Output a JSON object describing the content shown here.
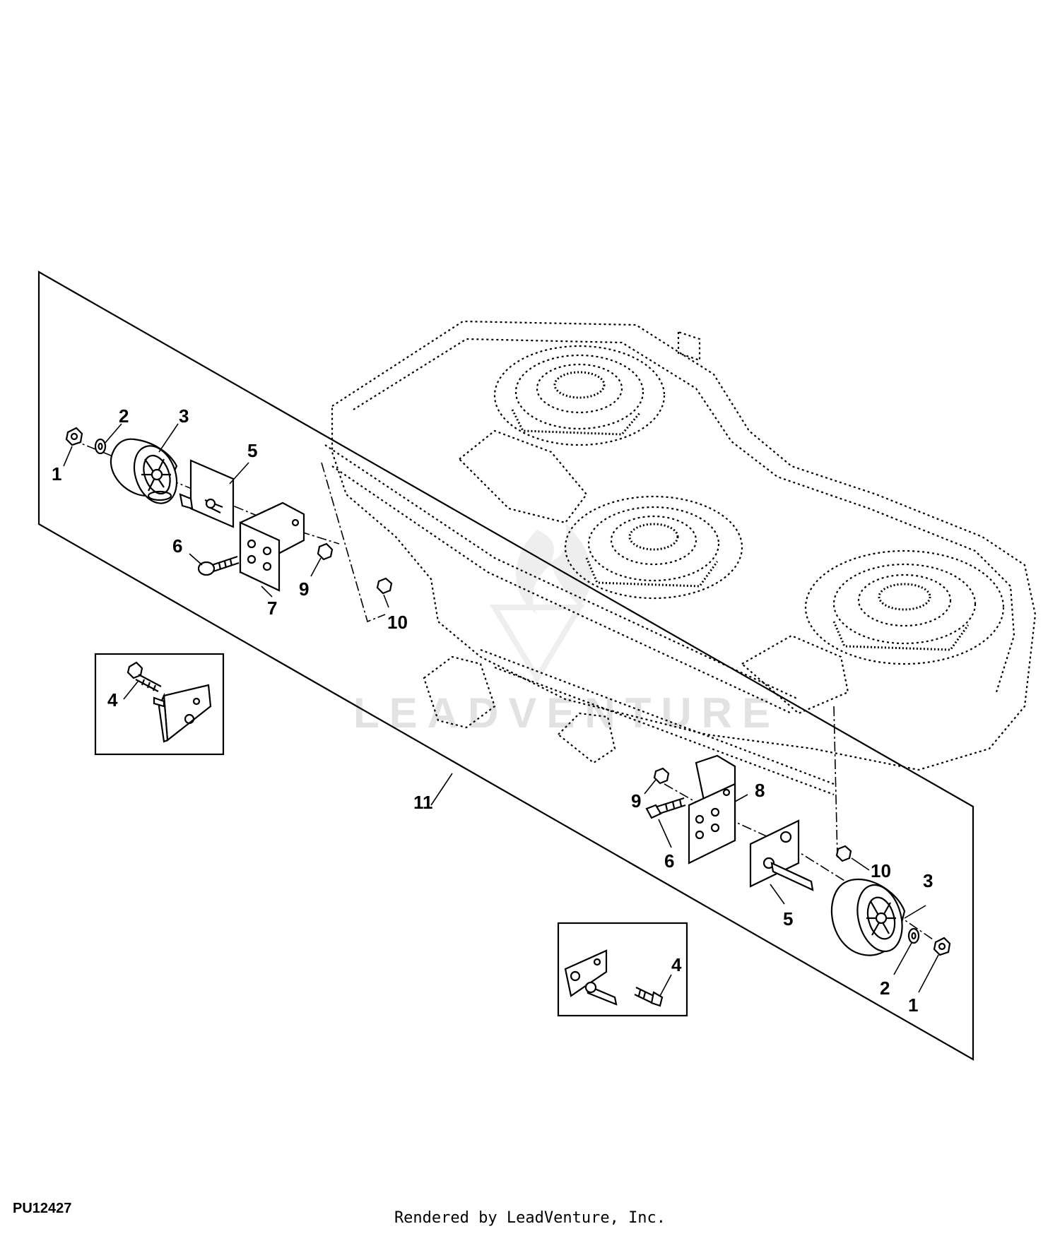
{
  "figure_id": "PU12427",
  "render_credit": "Rendered by LeadVenture, Inc.",
  "watermark": "LEADVENTURE",
  "callouts": {
    "left_nut": "1",
    "left_washer": "2",
    "left_wheel": "3",
    "left_axle_plate": "5",
    "left_bolt": "6",
    "left_bracket": "7",
    "left_bracket_nut": "9",
    "left_deck_nut": "10",
    "left_inset_bolt": "4",
    "kit": "11",
    "right_bracket_nut": "9",
    "right_bracket": "8",
    "right_bolt": "6",
    "right_deck_nut": "10",
    "right_wheel": "3",
    "right_axle_plate": "5",
    "right_washer": "2",
    "right_nut": "1",
    "right_inset_bolt": "4"
  }
}
